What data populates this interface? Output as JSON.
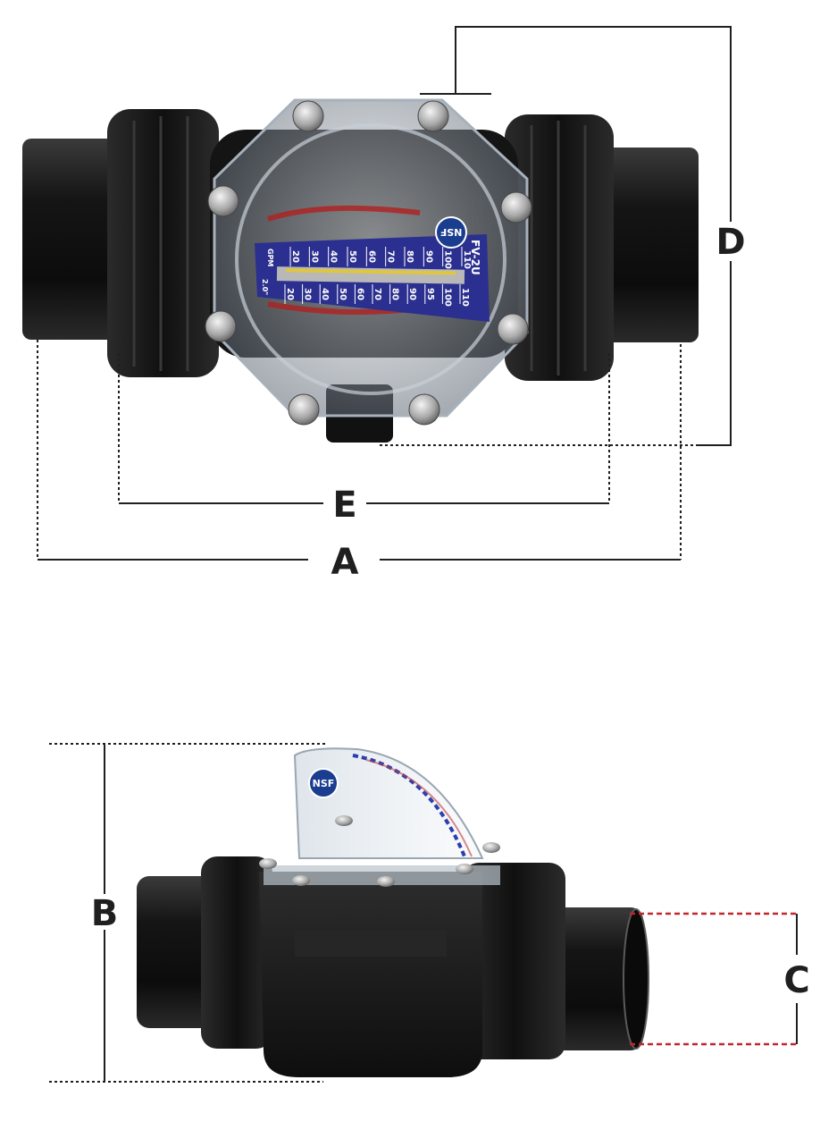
{
  "dimensions": {
    "a": "A",
    "b": "B",
    "c": "C",
    "d": "D",
    "e": "E"
  },
  "flow_gauge": {
    "model": "FV-2U",
    "unit": "GPM",
    "pipe_size": "2.0\"",
    "scale_top": [
      "20",
      "30",
      "40",
      "50",
      "60",
      "70",
      "80",
      "90",
      "100",
      "110"
    ],
    "scale_bottom": [
      "20",
      "30",
      "40",
      "50",
      "60",
      "70",
      "80",
      "90",
      "95",
      "100",
      "110"
    ],
    "badge": "NSF"
  },
  "side_view": {
    "badge": "NSF"
  },
  "colors": {
    "dimension_line": "#1f1f1f",
    "c_dimension_line": "#c0272d",
    "valve_body": "#1a1a1a",
    "gauge_blue": "#2b2f8f"
  }
}
